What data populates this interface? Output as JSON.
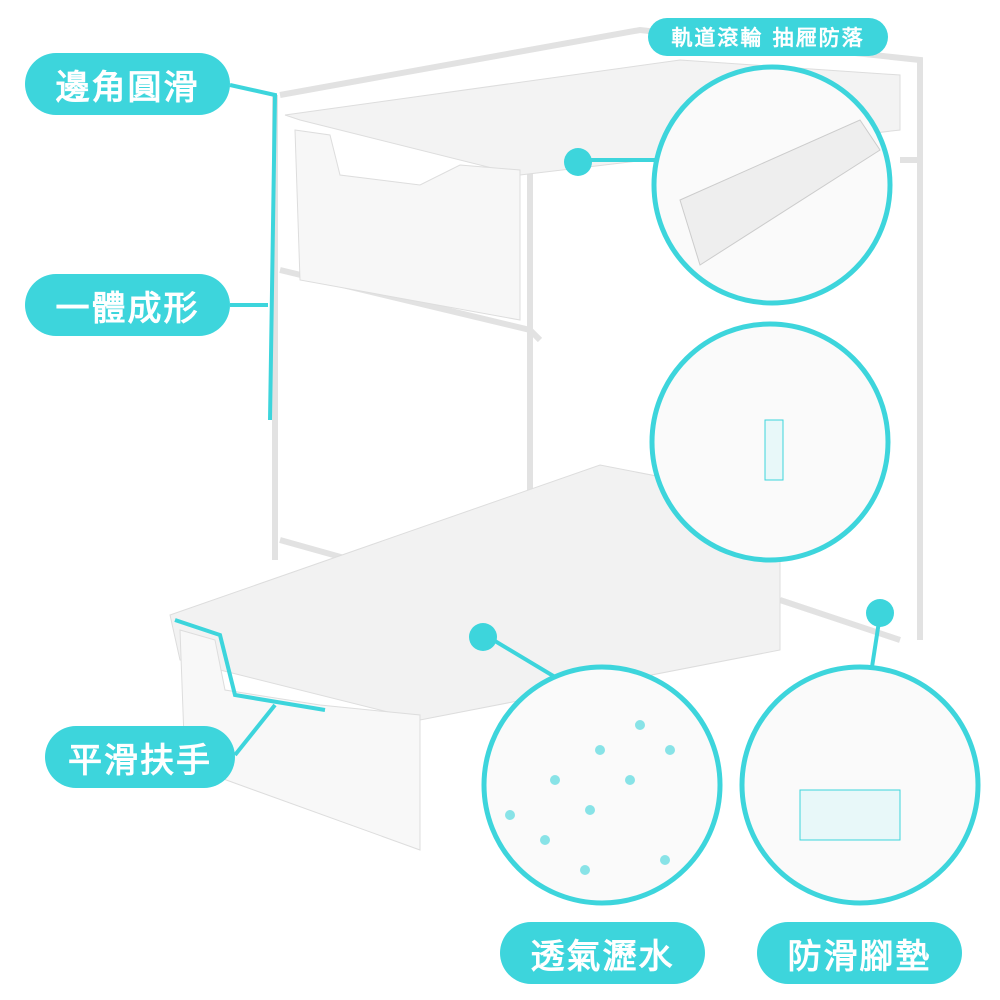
{
  "accent": "#3dd5dc",
  "labels": {
    "rail": "軌道滾輪 抽屜防落",
    "rounded": "邊角圓滑",
    "onepiece": "一體成形",
    "handle": "平滑扶手",
    "vent": "透氣瀝水",
    "antislip": "防滑腳墊"
  }
}
